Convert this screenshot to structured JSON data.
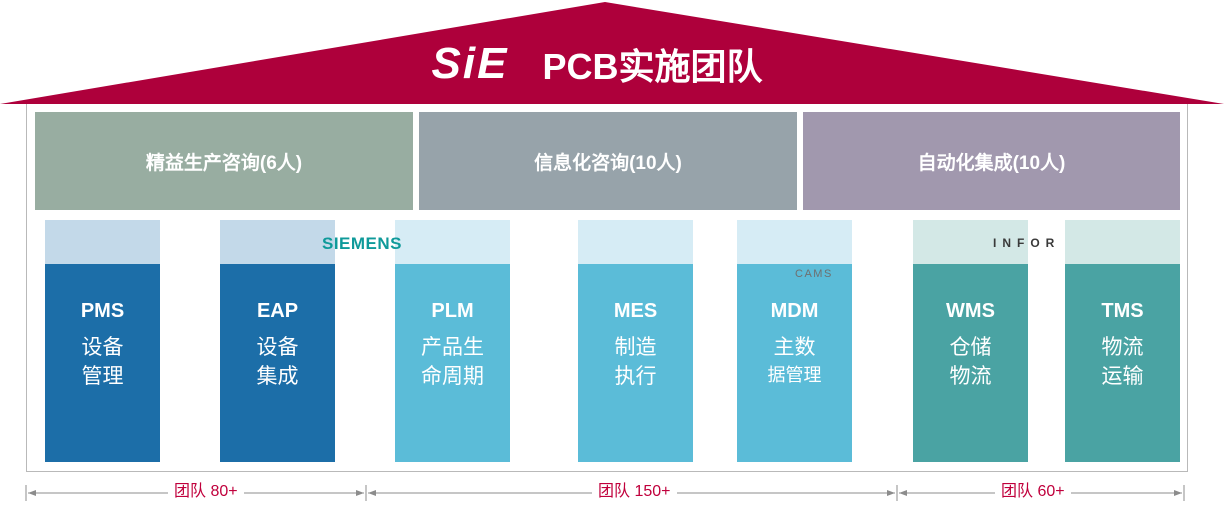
{
  "header": {
    "brand": "SiE",
    "title": "PCB实施团队",
    "roof_color": "#ae003b"
  },
  "categories": [
    {
      "label": "精益生产咨询(6人)",
      "color": "#98ada1"
    },
    {
      "label": "信息化咨询(10人)",
      "color": "#97a3aa"
    },
    {
      "label": "自动化集成(10人)",
      "color": "#a198ae"
    }
  ],
  "systems": [
    {
      "code": "PMS",
      "desc": "设备\n管理",
      "cap_color": "#c3d9e9",
      "color": "#1c6ea8"
    },
    {
      "code": "EAP",
      "desc": "设备\n集成",
      "cap_color": "#c3d9e9",
      "color": "#1c6ea8"
    },
    {
      "code": "PLM",
      "desc": "产品生\n命周期",
      "cap_color": "#d6ecf5",
      "color": "#5bbcd8"
    },
    {
      "code": "MES",
      "desc": "制造\n执行",
      "cap_color": "#d6ecf5",
      "color": "#5bbcd8"
    },
    {
      "code": "MDM",
      "desc": "主数",
      "desc2": "据管理",
      "cap_color": "#d6ecf5",
      "color": "#5bbcd8"
    },
    {
      "code": "WMS",
      "desc": "仓储\n物流",
      "cap_color": "#d3e8e6",
      "color": "#4aa3a3"
    },
    {
      "code": "TMS",
      "desc": "物流\n运输",
      "cap_color": "#d3e8e6",
      "color": "#4aa3a3"
    }
  ],
  "logos": {
    "siemens": "SIEMENS",
    "cams": "CAMS",
    "infor": "INFOR"
  },
  "teams": [
    {
      "label": "团队 80+"
    },
    {
      "label": "团队 150+"
    },
    {
      "label": "团队 60+"
    }
  ]
}
